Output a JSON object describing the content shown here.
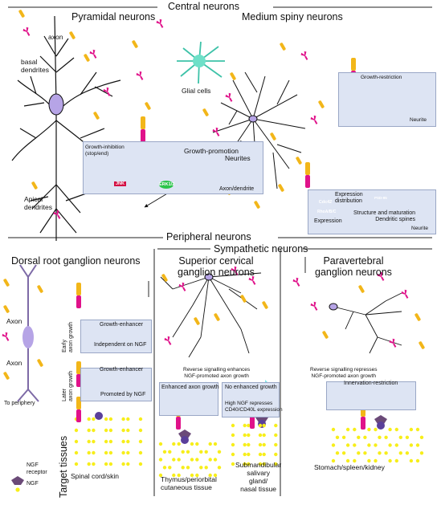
{
  "sections": {
    "central": "Central neurons",
    "peripheral": "Peripheral neurons",
    "sympathetic": "Sympathetic neurons"
  },
  "pyramidal": {
    "title": "Pyramidal neurons",
    "axon": "axon",
    "basal": "basal\ndendrites",
    "apical": "Apical\ndendrites",
    "inhibition": "Growth-inhibition\n(stop/end)",
    "promotion": "Growth-promotion",
    "axon_dendrite": "Axon/dendrite",
    "jnk": "JNK",
    "erk": "ERK1/2"
  },
  "glial": {
    "label": "Glial cells"
  },
  "msn": {
    "title": "Medium spiny neurons",
    "restriction": "Growth-restriction",
    "neurite_top": "Neurite",
    "neurites": "Neurites",
    "cdc42": "Cdc42",
    "rho": "RhoA/B/C",
    "expression_small": "Expression",
    "exp_dist": "Expression\ndistribution",
    "psd": "PSD-95",
    "struct": "Structure and maturation\nDendritic spines",
    "neurite_bottom": "Neurite"
  },
  "drg": {
    "title": "Dorsal root ganglion neurons",
    "axon1": "Axon",
    "axon2": "Axon",
    "periphery": "To periphery",
    "early": "Early\naxon growth",
    "later": "Later\naxon growth",
    "enh1": "Growth-enhancer",
    "indep": "Independent on NGF",
    "enh2": "Growth-enhancer",
    "promoted": "Promoted by NGF",
    "target": "Spinal cord/skin"
  },
  "scg": {
    "title": "Superior cervical\nganglion neurons",
    "reverse": "Reverse signalling enhances\nNGF-promoted axon growth",
    "enhanced": "Enhanced axon growth",
    "no_enh": "No enhanced growth",
    "high_ngf": "High NGF represses\nCD40/CD40L expression",
    "target1": "Thymus/periorbital\ncutaneous tissue",
    "target2": "Submandibular\nsalivary\ngland/\nnasal tissue"
  },
  "pvg": {
    "title": "Paravertebral\nganglion neurons",
    "reverse": "Reverse signalling represses\nNGF-promoted axon growth",
    "innervation": "Innervation-restriction",
    "target": "Stomach/spleen/kidney"
  },
  "legend": {
    "target_tissues": "Target tissues",
    "ngf_receptor": "NGF\nreceptor",
    "ngf": "NGF"
  },
  "molecules": {
    "cd40": "CD40",
    "cd40l": "CD40L"
  },
  "colors": {
    "cd40": "#e0128a",
    "cd40l": "#f2b619",
    "ngf": "#f7ee1a",
    "receptor": "#6b4a78",
    "panel": "#dde4f3",
    "arrow": "#7fe6ea",
    "erk": "#2bc44a",
    "jnk": "#d31144",
    "neuron": "#b6a4e6"
  }
}
